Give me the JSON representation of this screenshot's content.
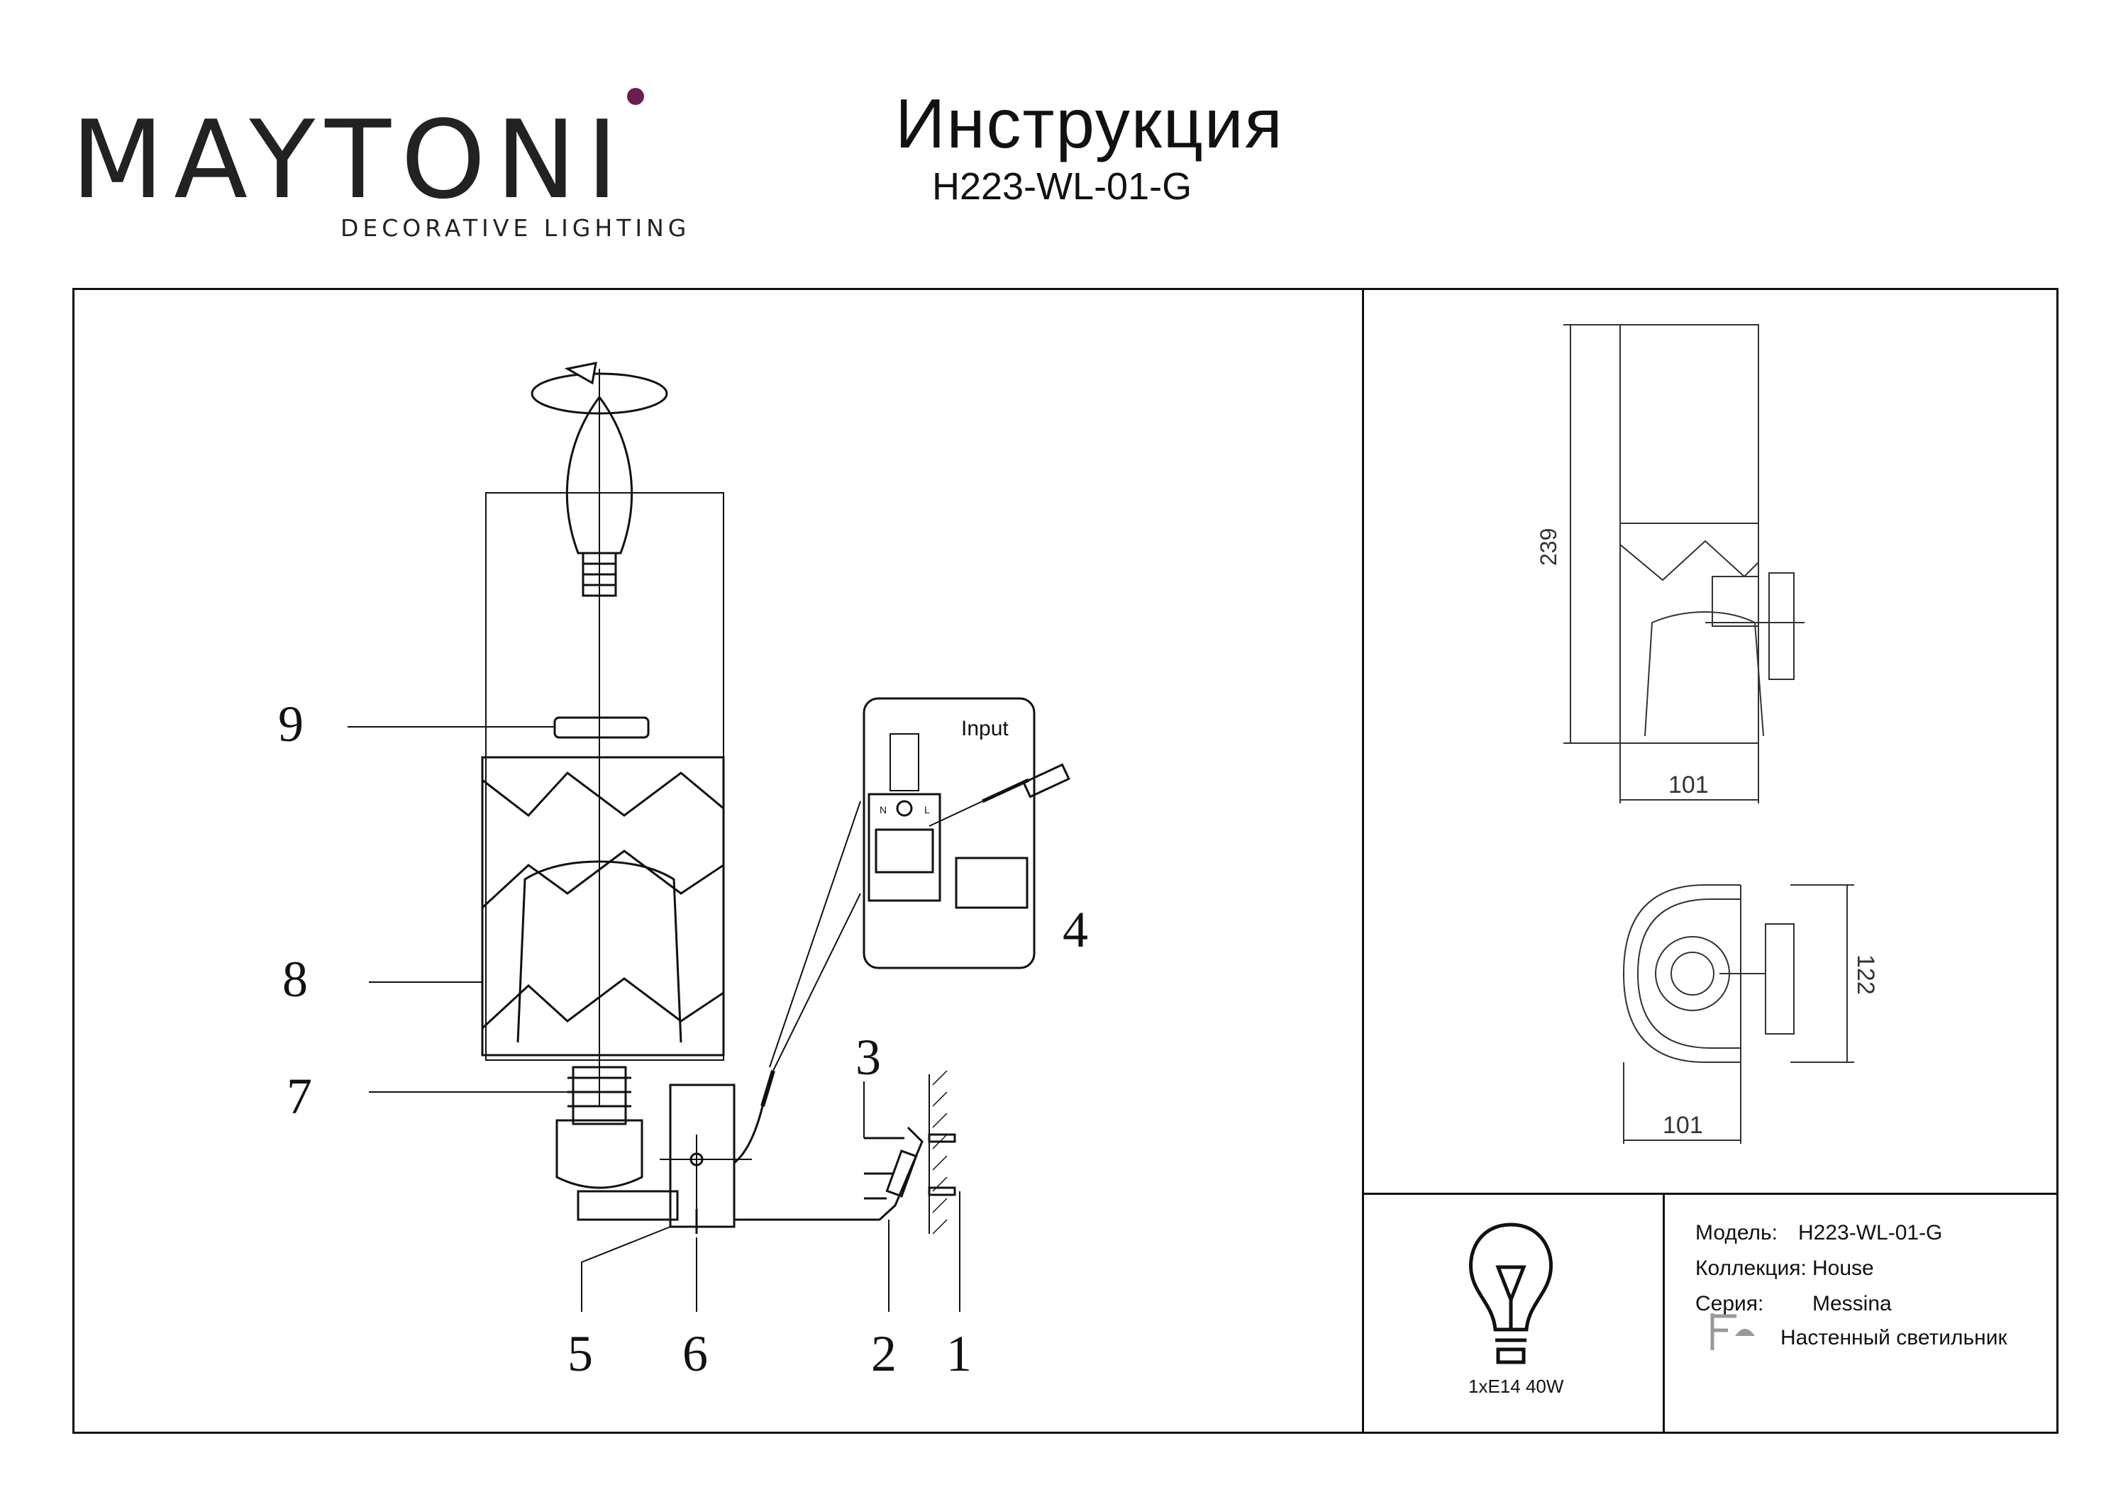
{
  "brand": {
    "name": "MAYTONI",
    "tagline": "DECORATIVE LIGHTING",
    "accent_color": "#6b1f4e"
  },
  "header": {
    "title": "Инструкция",
    "model": "H223-WL-01-G"
  },
  "assembly": {
    "part_numbers": [
      "1",
      "2",
      "3",
      "4",
      "5",
      "6",
      "7",
      "8",
      "9"
    ],
    "wiring_label": "Input",
    "terminal_labels": [
      "N",
      "L"
    ]
  },
  "dimensions": {
    "height": "239",
    "width_front": "101",
    "depth": "122",
    "width_top": "101"
  },
  "specs": {
    "bulb": "1xE14 40W",
    "model_label": "Модель:",
    "model_value": "H223-WL-01-G",
    "collection_label": "Коллекция:",
    "collection_value": "House",
    "series_label": "Серия:",
    "series_value": "Messina",
    "type_value": "Настенный светильник"
  },
  "icons": [
    "bulb-icon",
    "wall-lamp-icon",
    "screwdriver-icon",
    "rotate-arrow-icon"
  ]
}
